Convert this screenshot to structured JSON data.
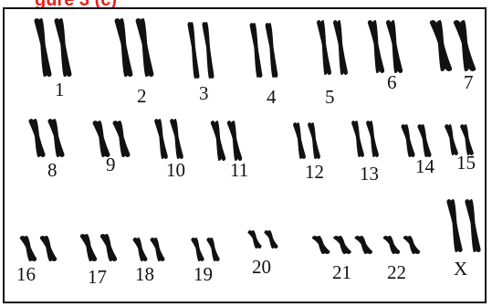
{
  "heading": "gure 3 (c)",
  "chromosomes": [
    {
      "label": "1"
    },
    {
      "label": "2"
    },
    {
      "label": "3"
    },
    {
      "label": "4"
    },
    {
      "label": "5"
    },
    {
      "label": "6"
    },
    {
      "label": "7"
    },
    {
      "label": "8"
    },
    {
      "label": "9"
    },
    {
      "label": "10"
    },
    {
      "label": "11"
    },
    {
      "label": "12"
    },
    {
      "label": "13"
    },
    {
      "label": "14"
    },
    {
      "label": "15"
    },
    {
      "label": "16"
    },
    {
      "label": "17"
    },
    {
      "label": "18"
    },
    {
      "label": "19"
    },
    {
      "label": "20"
    },
    {
      "label": "21"
    },
    {
      "label": "22"
    },
    {
      "label": "X"
    }
  ],
  "colors": {
    "heading": "#e8221c",
    "chromosome": "#111111",
    "border": "#111111"
  }
}
